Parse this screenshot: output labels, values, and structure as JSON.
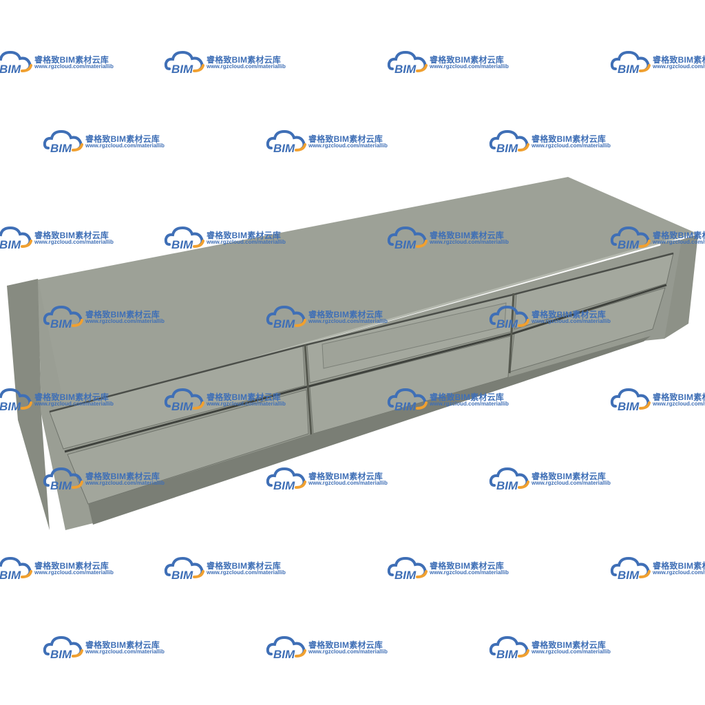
{
  "image": {
    "subject": "3D render of a low media cabinet with six drawers",
    "background_color": "#ffffff",
    "cabinet_colors": {
      "top": "#9da197",
      "front": "#979b91",
      "side": "#8a8e84",
      "drawer_face": "#a4a89e",
      "gap": "#4a4d48",
      "edge_highlight": "#b2b6ac"
    }
  },
  "watermark": {
    "brand_text": "BIM",
    "title": "睿格致BIM素材云库",
    "url": "www.rgzcloud.com/materiallib",
    "logo_blue": "#3f6fb6",
    "logo_orange": "#f0a030"
  }
}
